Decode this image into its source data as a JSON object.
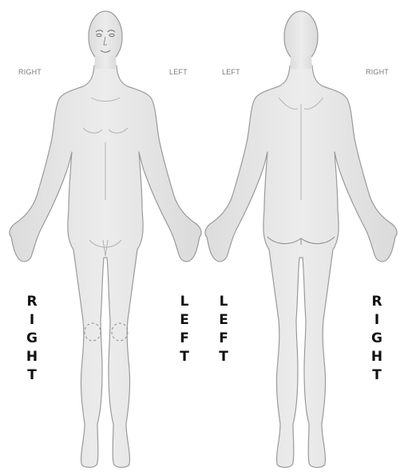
{
  "front_view": {
    "label_top_left": "RIGHT",
    "label_top_right": "LEFT",
    "side_letters_left": [
      "R",
      "I",
      "G",
      "H",
      "T"
    ],
    "side_letters_right": [
      "L",
      "E",
      "F",
      "T"
    ]
  },
  "back_view": {
    "label_top_left": "LEFT",
    "label_top_right": "RIGHT",
    "side_letters_left": [
      "L",
      "E",
      "F",
      "T"
    ],
    "side_letters_right": [
      "R",
      "I",
      "G",
      "H",
      "T"
    ]
  },
  "colors": {
    "body_fill": "#e6e6e6",
    "body_outline": "#9a9a9a",
    "detail": "#b3b3b3"
  }
}
